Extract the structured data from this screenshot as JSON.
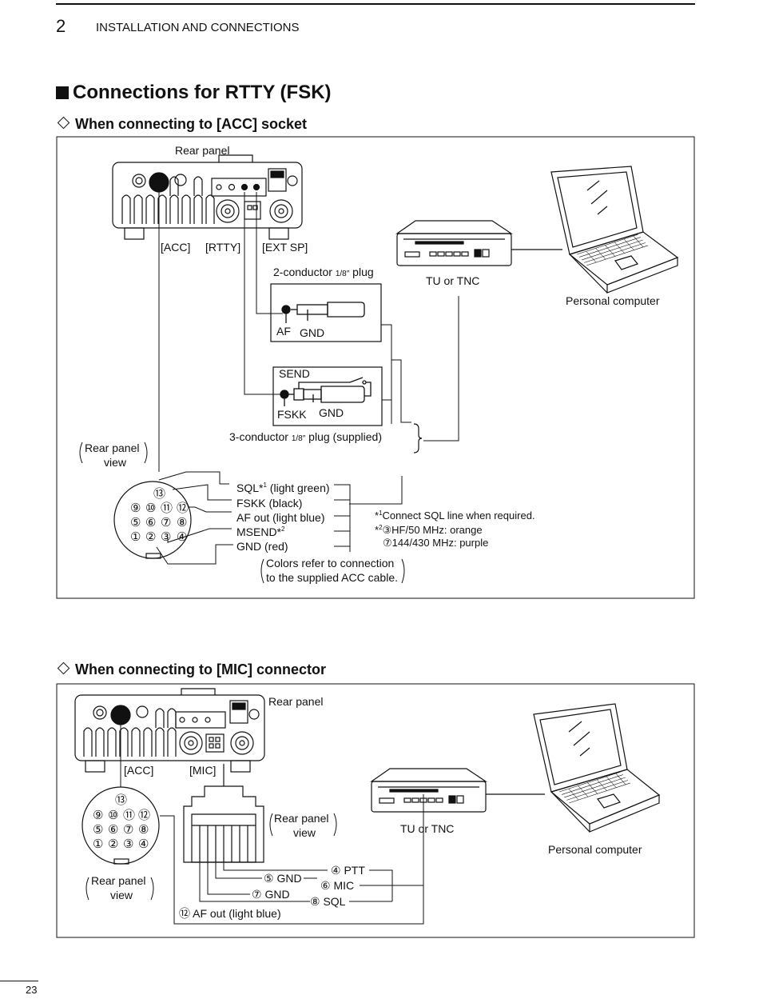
{
  "header": {
    "chapter_number": "2",
    "chapter_title": "INSTALLATION AND CONNECTIONS"
  },
  "section_title": "Connections for RTTY (FSK)",
  "acc": {
    "heading": "When connecting to [ACC] socket",
    "rear_panel": "Rear panel",
    "jack_acc": "[ACC]",
    "jack_rtty": "[RTTY]",
    "jack_extsp": "[EXT SP]",
    "plug2_title": "2-conductor ",
    "plug2_frac": "1/8″",
    "plug2_suffix": " plug",
    "plug2_af": "AF",
    "plug2_gnd": "GND",
    "plug3_send": "SEND",
    "plug3_fskk": "FSKK",
    "plug3_gnd": "GND",
    "plug3_title": "3-conductor ",
    "plug3_frac": "1/8″",
    "plug3_suffix": " plug (supplied)",
    "tu_label": "TU or TNC",
    "pc_label": "Personal computer",
    "view_line1": "Rear panel",
    "view_line2": "view",
    "pins": {
      "p13": "⑬",
      "p9": "⑨",
      "p10": "⑩",
      "p11": "⑪",
      "p12": "⑫",
      "p5": "⑤",
      "p6": "⑥",
      "p7": "⑦",
      "p8": "⑧",
      "p1": "①",
      "p2": "②",
      "p3": "③",
      "p4": "④"
    },
    "sig_sql": "SQL*",
    "sig_sql_sup": "1",
    "sig_sql_color": " (light green)",
    "sig_fskk": "FSKK (black)",
    "sig_afout": "AF out (light blue)",
    "sig_msend": "MSEND*",
    "sig_msend_sup": "2",
    "sig_gnd": "GND (red)",
    "note1_mark": "*",
    "note1_sup": "1",
    "note1_text": "Connect SQL line when required.",
    "note2_mark": "*",
    "note2_sup": "2",
    "note2_line1": "③HF/50 MHz: orange",
    "note2_line2": "⑦144/430 MHz: purple",
    "colors_line1": "Colors refer to connection",
    "colors_line2": "to the supplied ACC cable."
  },
  "mic": {
    "heading": "When connecting to [MIC] connector",
    "rear_panel": "Rear panel",
    "jack_acc": "[ACC]",
    "jack_mic": "[MIC]",
    "view_a_line1": "Rear panel",
    "view_a_line2": "view",
    "view_b_line1": "Rear panel",
    "view_b_line2": "view",
    "tu_label": "TU or TNC",
    "pc_label": "Personal computer",
    "pins": {
      "p13": "⑬",
      "p9": "⑨",
      "p10": "⑩",
      "p11": "⑪",
      "p12": "⑫",
      "p5": "⑤",
      "p6": "⑥",
      "p7": "⑦",
      "p8": "⑧",
      "p1": "①",
      "p2": "②",
      "p3": "③",
      "p4": "④"
    },
    "w_ptt": "④ PTT",
    "w_gnd5": "⑤ GND",
    "w_mic": "⑥ MIC",
    "w_gnd7": "⑦ GND",
    "w_sql": "⑧ SQL",
    "w_afout": "⑫ AF out (light blue)"
  },
  "page_number": "23"
}
